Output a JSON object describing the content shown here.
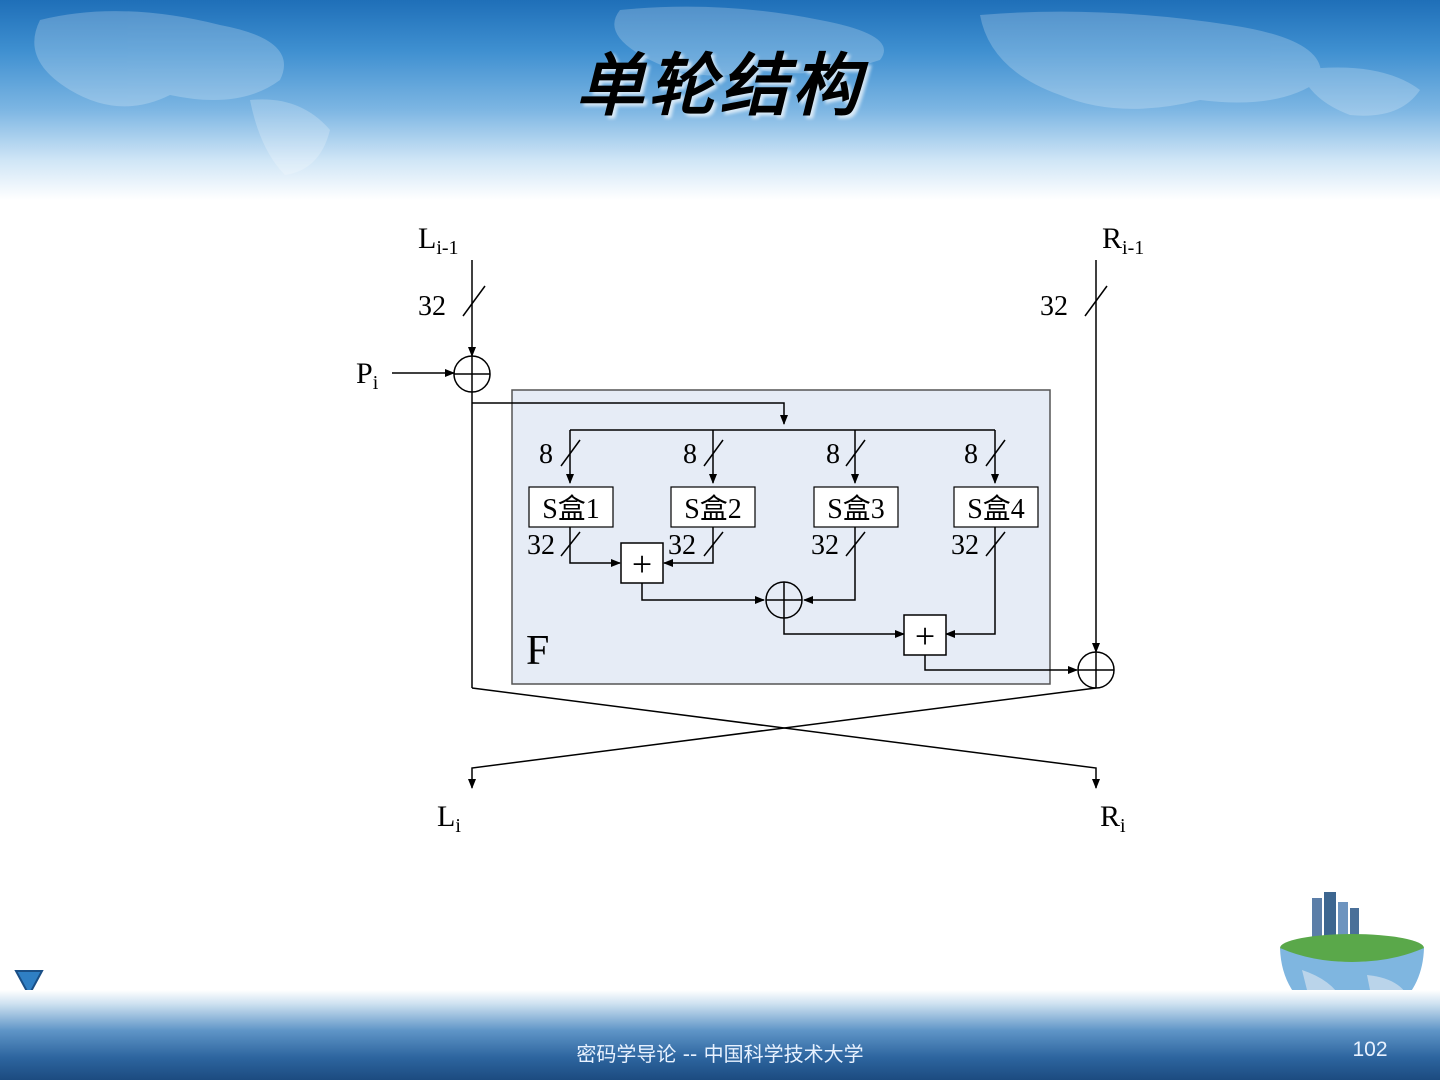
{
  "slide": {
    "title": "单轮结构",
    "footer_text": "密码学导论 -- 中国科学技术大学",
    "page_number": "102"
  },
  "diagram": {
    "inputs": {
      "left": {
        "main": "L",
        "sub": "i-1"
      },
      "right": {
        "main": "R",
        "sub": "i-1"
      }
    },
    "outputs": {
      "left": {
        "main": "L",
        "sub": "i"
      },
      "right": {
        "main": "R",
        "sub": "i"
      }
    },
    "key": {
      "main": "P",
      "sub": "i"
    },
    "input_width": "32",
    "function_label": "F",
    "sbox_input_width": "8",
    "sbox_output_width": "32",
    "sboxes": [
      "S盒1",
      "S盒2",
      "S盒3",
      "S盒4"
    ],
    "operators": {
      "add": "+"
    }
  },
  "colors": {
    "function_box_fill": "#e6ecf6",
    "function_box_stroke": "#555555",
    "header_blue": "#2f7fc4"
  },
  "icons": {
    "nav": "triangle-down-icon",
    "logo": "globe-city-icon"
  }
}
